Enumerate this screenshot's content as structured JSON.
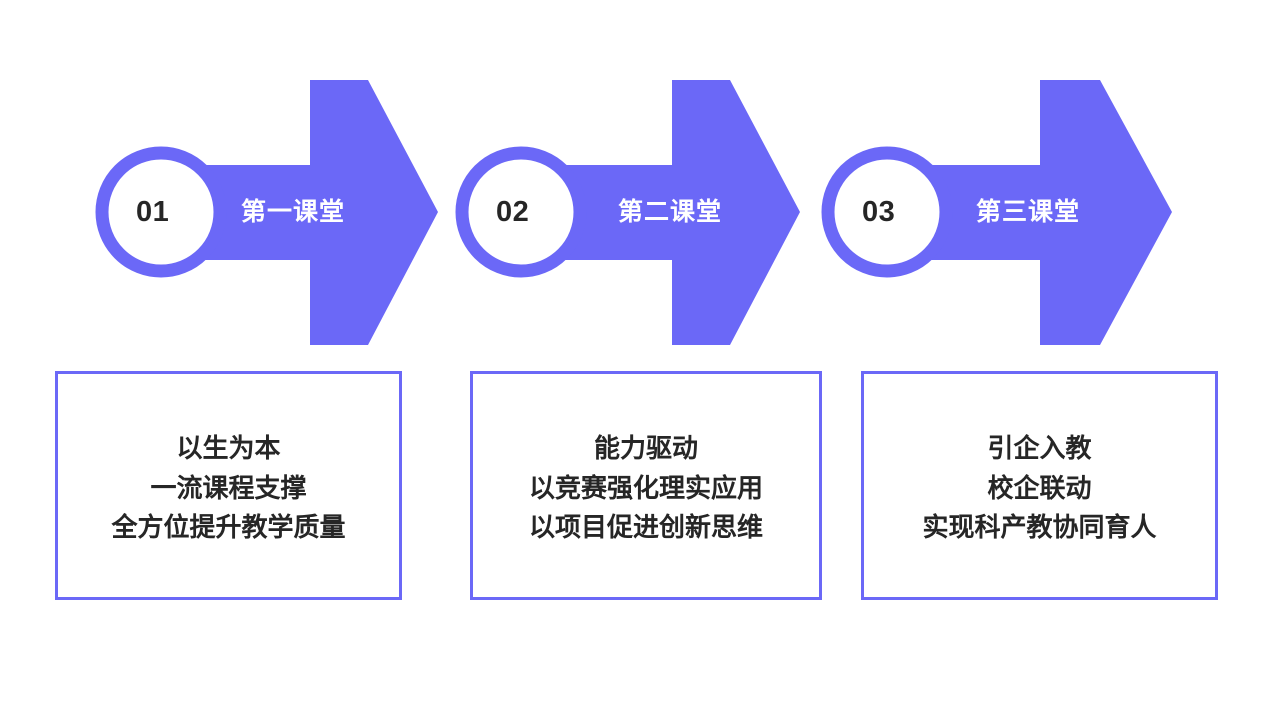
{
  "diagram": {
    "type": "three-step-arrow-process",
    "accent_color": "#6b68f7",
    "text_color": "#262626",
    "label_color": "#ffffff",
    "background": "#ffffff",
    "steps": [
      {
        "number": "01",
        "arrow_label": "第一课堂",
        "description_lines": [
          "以生为本",
          "一流课程支撑",
          "全方位提升教学质量"
        ]
      },
      {
        "number": "02",
        "arrow_label": "第二课堂",
        "description_lines": [
          "能力驱动",
          "以竞赛强化理实应用",
          "以项目促进创新思维"
        ]
      },
      {
        "number": "03",
        "arrow_label": "第三课堂",
        "description_lines": [
          "引企入教",
          "校企联动",
          "实现科产教协同育人"
        ]
      }
    ]
  }
}
